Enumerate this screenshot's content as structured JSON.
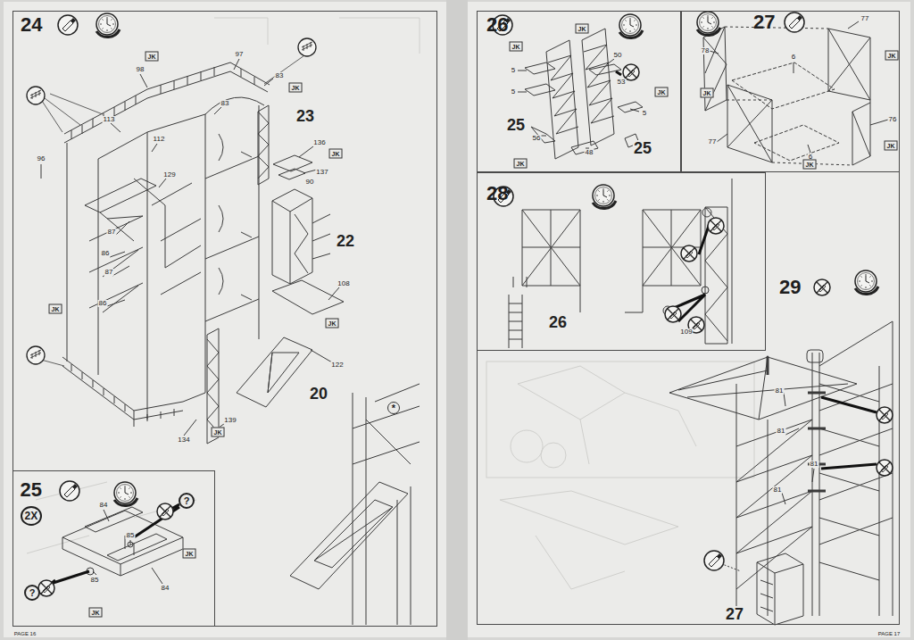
{
  "diagram": {
    "nodes": [
      {
        "text": [
          "24"
        ]
      },
      {
        "text": [
          "25",
          "2X"
        ],
        "in": 0
      },
      {
        "text": [
          "29"
        ]
      },
      {
        "text": [
          "26"
        ],
        "in": 2
      },
      {
        "text": [
          "27"
        ],
        "in": 2
      },
      {
        "text": [
          "28"
        ],
        "in": 2
      }
    ],
    "labels": [
      "97",
      "98",
      "83",
      "83",
      "23",
      "136",
      "137",
      "90",
      "113",
      "112",
      "129",
      "96",
      "87",
      "86",
      "87",
      "86",
      "22",
      "108",
      "122",
      "20",
      "134",
      "139",
      "*",
      "JK",
      "JK",
      "JK",
      "JK",
      "JK",
      "JK",
      "84",
      "85",
      "85",
      "84",
      "?",
      "?",
      "JK",
      "JK",
      "5",
      "5",
      "50",
      "53",
      "5",
      "25",
      "56",
      "48",
      "25",
      "JK",
      "JK",
      "JK",
      "JK",
      "78",
      "77",
      "6",
      "76",
      "77",
      "6",
      "JK",
      "JK",
      "JK",
      "JK",
      "26",
      "109",
      "81",
      "81",
      "81",
      "81",
      "27",
      "PAGE 16",
      "PAGE 17"
    ]
  }
}
